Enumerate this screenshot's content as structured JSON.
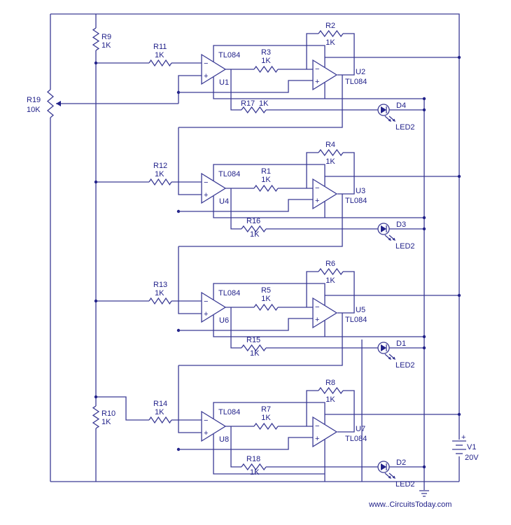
{
  "colors": {
    "wire": "#3a3a94",
    "text": "#22228a",
    "background": "#ffffff"
  },
  "left": {
    "r19": {
      "name": "R19",
      "value": "10K"
    },
    "r9": {
      "name": "R9",
      "value": "1K"
    },
    "r10": {
      "name": "R10",
      "value": "1K"
    }
  },
  "stages": [
    {
      "rin": {
        "name": "R11",
        "value": "1K"
      },
      "opa": {
        "name": "U1",
        "part": "TL084"
      },
      "rmid": {
        "name": "R3",
        "value": "1K"
      },
      "rfb": {
        "name": "R2",
        "value": "1K"
      },
      "opb": {
        "name": "U2",
        "part": "TL084"
      },
      "rled": {
        "name": "R17",
        "value": "1K"
      },
      "led": {
        "name": "D4",
        "part": "LED2"
      }
    },
    {
      "rin": {
        "name": "R12",
        "value": "1K"
      },
      "opa": {
        "name": "U4",
        "part": "TL084"
      },
      "rmid": {
        "name": "R1",
        "value": "1K"
      },
      "rfb": {
        "name": "R4",
        "value": "1K"
      },
      "opb": {
        "name": "U3",
        "part": "TL084"
      },
      "rled": {
        "name": "R16",
        "value": "1K"
      },
      "led": {
        "name": "D3",
        "part": "LED2"
      }
    },
    {
      "rin": {
        "name": "R13",
        "value": "1K"
      },
      "opa": {
        "name": "U6",
        "part": "TL084"
      },
      "rmid": {
        "name": "R5",
        "value": "1K"
      },
      "rfb": {
        "name": "R6",
        "value": "1K"
      },
      "opb": {
        "name": "U5",
        "part": "TL084"
      },
      "rled": {
        "name": "R15",
        "value": "1K"
      },
      "led": {
        "name": "D1",
        "part": "LED2"
      }
    },
    {
      "rin": {
        "name": "R14",
        "value": "1K"
      },
      "opa": {
        "name": "U8",
        "part": "TL084"
      },
      "rmid": {
        "name": "R7",
        "value": "1K"
      },
      "rfb": {
        "name": "R8",
        "value": "1K"
      },
      "opb": {
        "name": "U7",
        "part": "TL084"
      },
      "rled": {
        "name": "R18",
        "value": "1K"
      },
      "led": {
        "name": "D2",
        "part": "LED2"
      }
    }
  ],
  "supply": {
    "name": "V1",
    "value": "20V",
    "polarity": "+"
  },
  "pin_labels": {
    "plus": "+",
    "minus": "−"
  },
  "watermark": "www..CircuitsToday.com"
}
